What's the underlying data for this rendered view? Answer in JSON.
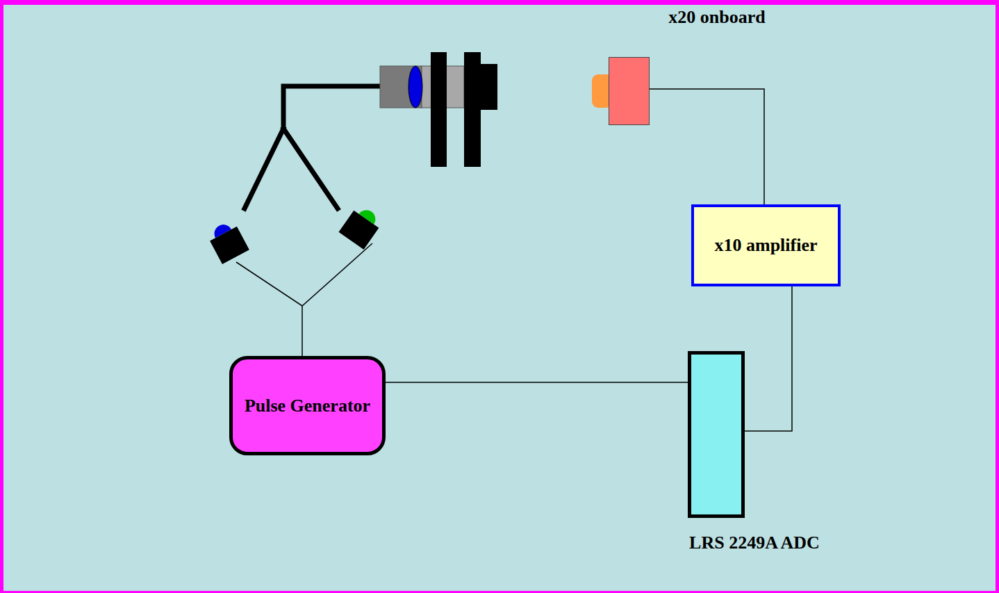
{
  "diagram": {
    "nodes": [
      {
        "text": [
          "x20 onboard"
        ]
      },
      {
        "text": [
          "x10 amplifier"
        ]
      },
      {
        "text": [
          "Pulse Generator"
        ]
      },
      {
        "text": [
          "LRS 2249A ADC"
        ]
      }
    ],
    "edges": [
      {
        "from": 0,
        "to": 1,
        "arrow": "none"
      },
      {
        "from": 1,
        "to": 3,
        "arrow": "none"
      },
      {
        "from": 2,
        "to": 3,
        "arrow": "none"
      }
    ]
  }
}
